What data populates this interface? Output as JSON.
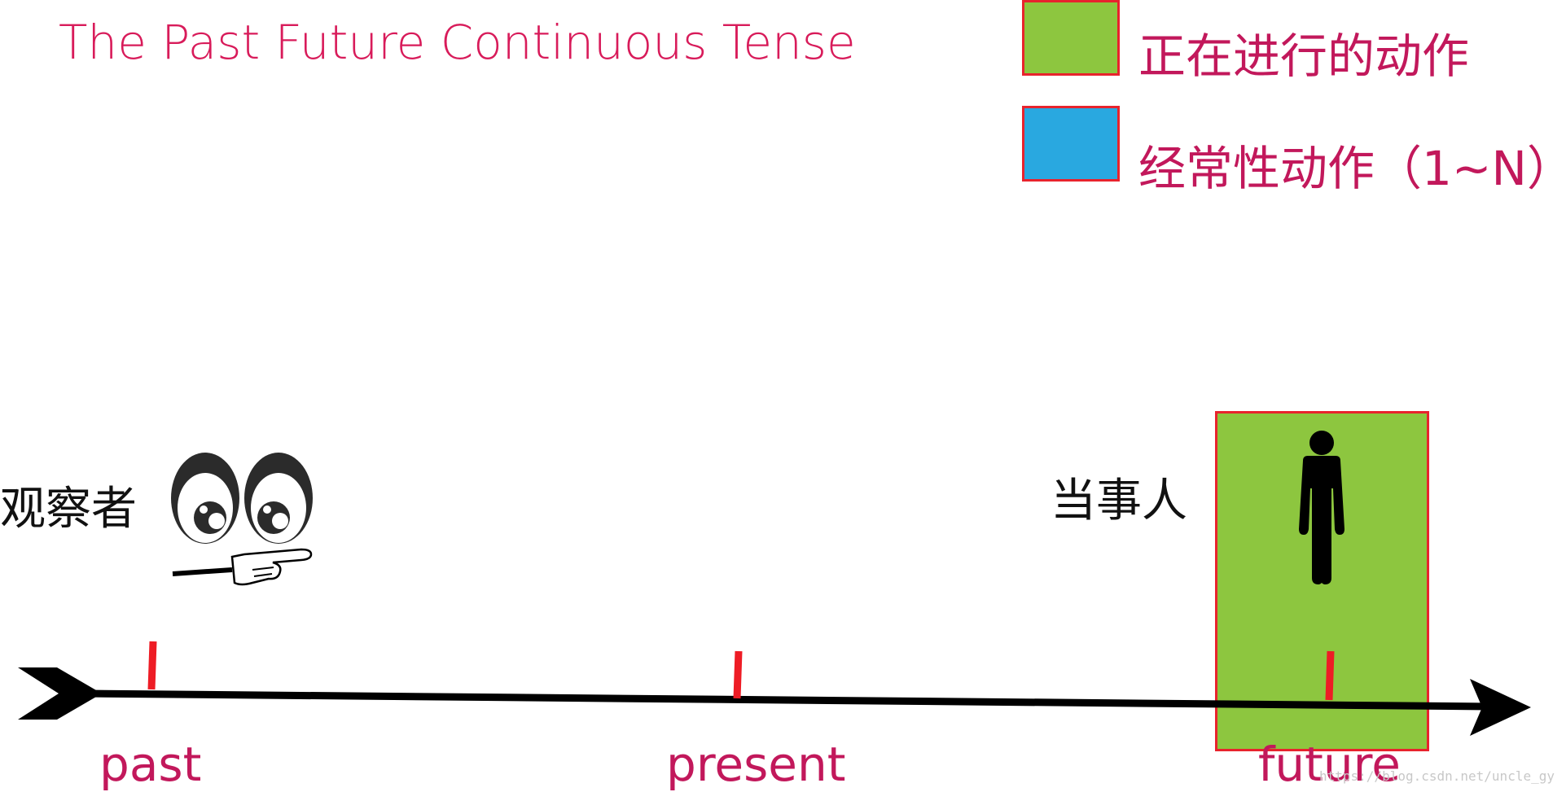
{
  "title": "The Past Future Continuous Tense",
  "legend": {
    "items": [
      {
        "label": "正在进行的动作",
        "color": "#8dc63f"
      },
      {
        "label": "经常性动作（1~N）",
        "color": "#29a8e0"
      }
    ],
    "border_color": "#e8232d"
  },
  "observer": {
    "label": "观察者"
  },
  "person": {
    "label": "当事人"
  },
  "timeline": {
    "ticks": [
      {
        "label": "past"
      },
      {
        "label": "present"
      },
      {
        "label": "future"
      }
    ],
    "tick_color": "#ee1c25",
    "arrow_color": "#000000"
  },
  "action_box": {
    "color": "#8dc63f"
  },
  "watermark": "https://blog.csdn.net/uncle_gy"
}
